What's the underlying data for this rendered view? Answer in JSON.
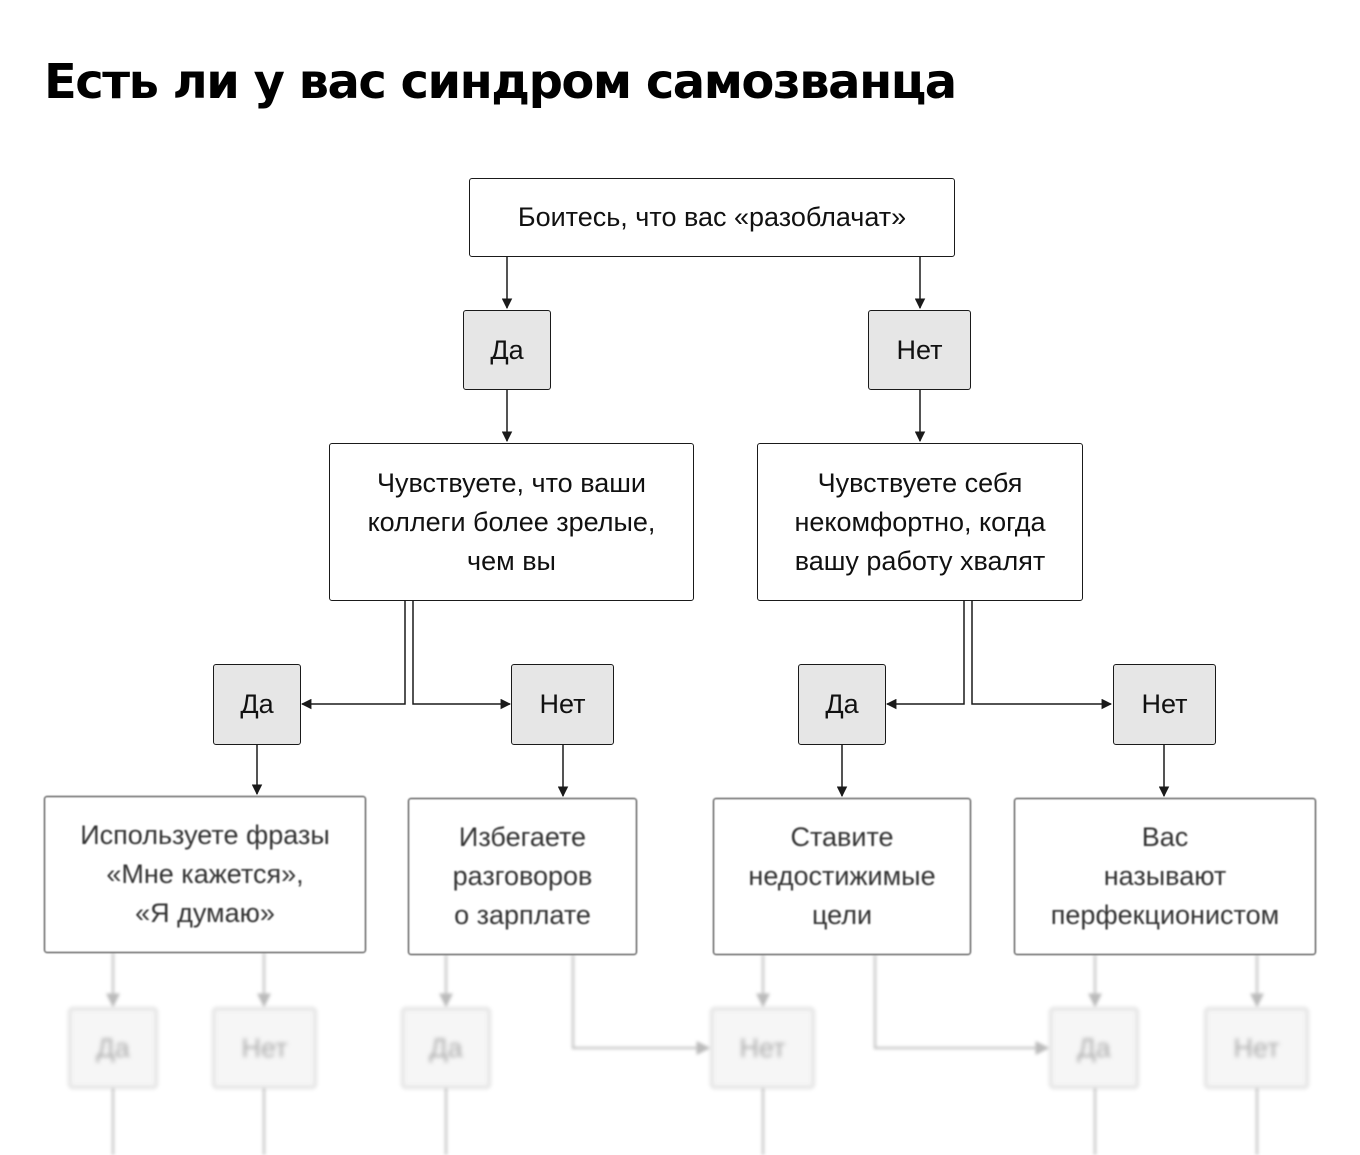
{
  "title": "Есть ли у вас синдром самозванца",
  "questions": {
    "root": "Боитесь, что вас «разоблачат»",
    "left": "Чувствуете, что ваши\nколлеги более зрелые,\nчем вы",
    "right": "Чувствуете себя\nнекомфортно, когда\nвашу работу хвалят",
    "ll": "Используете фразы\n«Мне кажется»,\n«Я думаю»",
    "lr": "Избегаете\nразговоров\nо зарплате",
    "rl": "Ставите\nнедостижимые\nцели",
    "rr": "Вас\nназывают\nперфекционистом"
  },
  "answers": {
    "yes": "Да",
    "no": "Нет"
  }
}
